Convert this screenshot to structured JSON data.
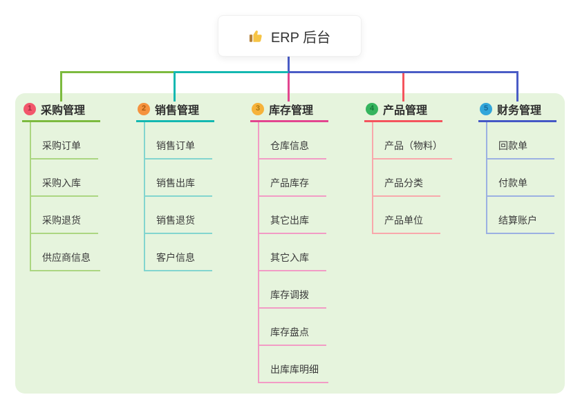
{
  "root": {
    "title": "ERP 后台",
    "icon": "thumbs-up-icon"
  },
  "branches": [
    {
      "index": "1",
      "title": "采购管理",
      "colors": {
        "line": "#7cba3f",
        "child_line": "#abd681",
        "badge": "#f2566b"
      },
      "children": [
        "采购订单",
        "采购入库",
        "采购退货",
        "供应商信息"
      ]
    },
    {
      "index": "2",
      "title": "销售管理",
      "colors": {
        "line": "#14b8b1",
        "child_line": "#82d5cf",
        "badge": "#f5923e"
      },
      "children": [
        "销售订单",
        "销售出库",
        "销售退货",
        "客户信息"
      ]
    },
    {
      "index": "3",
      "title": "库存管理",
      "colors": {
        "line": "#e2458f",
        "child_line": "#f29bc5",
        "badge": "#f6b23a"
      },
      "children": [
        "仓库信息",
        "产品库存",
        "其它出库",
        "其它入库",
        "库存调拨",
        "库存盘点",
        "出库库明细"
      ]
    },
    {
      "index": "4",
      "title": "产品管理",
      "colors": {
        "line": "#f4545d",
        "child_line": "#f8a7ab",
        "badge": "#35b45e"
      },
      "children": [
        "产品（物料）",
        "产品分类",
        "产品单位"
      ]
    },
    {
      "index": "5",
      "title": "财务管理",
      "colors": {
        "line": "#4458c5",
        "child_line": "#9bb0e2",
        "badge": "#32a6da"
      },
      "children": [
        "回款单",
        "付款单",
        "结算账户"
      ]
    }
  ],
  "canvas": {
    "trunk_color": "#4a5cc6",
    "panel_color": "#e6f4dd",
    "icon_color": "#f6c445"
  }
}
